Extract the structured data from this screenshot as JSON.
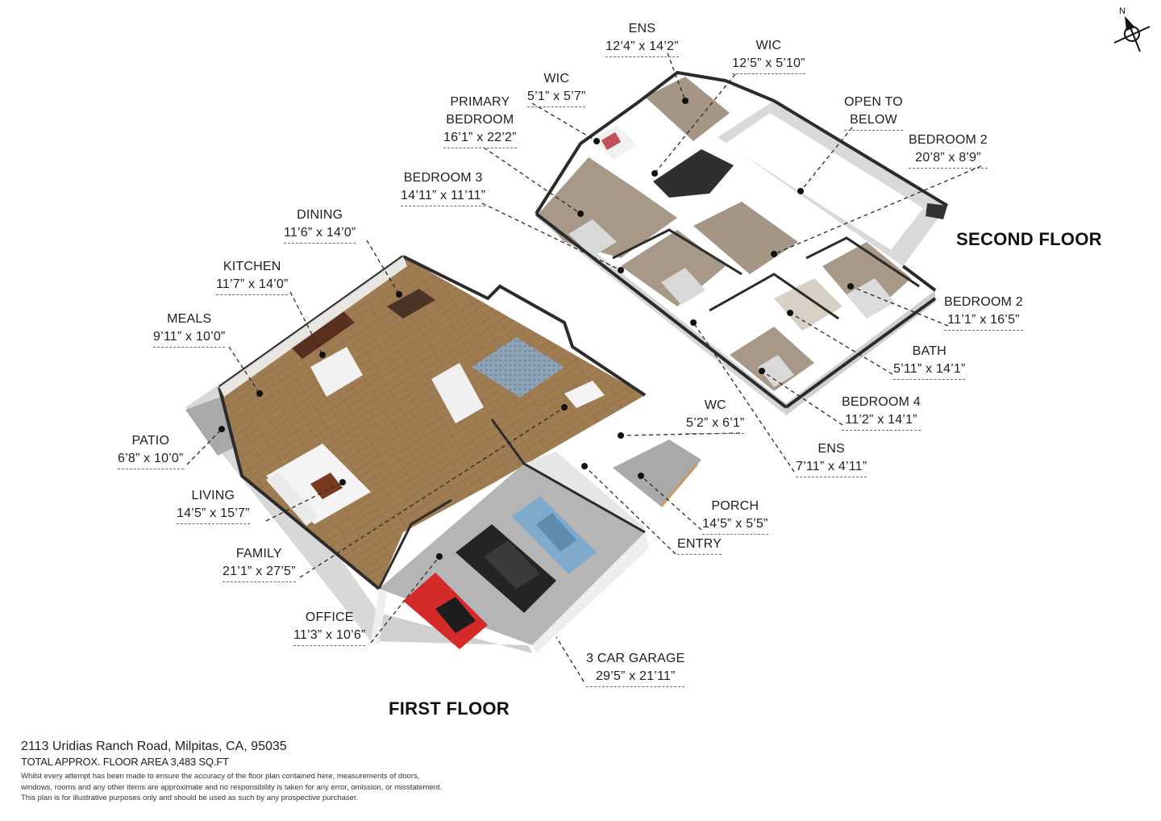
{
  "compass": {
    "label": "N",
    "icon": "north-arrow-icon"
  },
  "first_floor": {
    "title": "FIRST FLOOR",
    "rooms": [
      {
        "name": "DINING",
        "dims": "11’6” x 14’0”"
      },
      {
        "name": "KITCHEN",
        "dims": "11’7” x 14’0”"
      },
      {
        "name": "MEALS",
        "dims": "9’11” x 10’0”"
      },
      {
        "name": "PATIO",
        "dims": "6’8” x 10’0”"
      },
      {
        "name": "LIVING",
        "dims": "14’5” x 15’7”"
      },
      {
        "name": "FAMILY",
        "dims": "21’1” x 27’5”"
      },
      {
        "name": "OFFICE",
        "dims": "11’3” x 10’6”"
      },
      {
        "name": "3 CAR GARAGE",
        "dims": "29’5” x 21’11”"
      },
      {
        "name": "WC",
        "dims": "5’2” x 6’1”"
      },
      {
        "name": "PORCH",
        "dims": "14’5” x 5’5”"
      },
      {
        "name": "ENTRY",
        "dims": ""
      }
    ]
  },
  "second_floor": {
    "title": "SECOND FLOOR",
    "rooms": [
      {
        "name": "ENS",
        "dims": "12’4” x 14’2”"
      },
      {
        "name": "WIC",
        "dims": "12’5” x 5’10”"
      },
      {
        "name": "WIC",
        "dims": "5’1” x 5’7”"
      },
      {
        "name": "PRIMARY BEDROOM",
        "name_line1": "PRIMARY",
        "name_line2": "BEDROOM",
        "dims": "16’1” x 22’2”"
      },
      {
        "name": "BEDROOM 3",
        "dims": "14’11” x 11’11”"
      },
      {
        "name": "OPEN TO BELOW",
        "name_line1": "OPEN TO",
        "name_line2": "BELOW",
        "dims": ""
      },
      {
        "name": "BEDROOM 2",
        "dims": "20’8” x 8’9”"
      },
      {
        "name": "BEDROOM 2",
        "dims": "11’1” x 16’5”"
      },
      {
        "name": "BATH",
        "dims": "5’11” x 14’1”"
      },
      {
        "name": "BEDROOM 4",
        "dims": "11’2” x 14’1”"
      },
      {
        "name": "ENS",
        "dims": "7’11” x 4’11”"
      }
    ]
  },
  "footer": {
    "address": "2113 Uridias Ranch Road, Milpitas, CA, 95035",
    "total_area": "TOTAL APPROX. FLOOR AREA 3,483 SQ.FT",
    "disclaimer_lines": [
      "Whilst every attempt has been made to ensure the accuracy of the floor plan contained here, measurements of doors,",
      "windows, rooms and any other items are approximate and no responsibility is taken for any error, omission, or misstatement.",
      "This plan is for illustrative purposes only and should be used as such by any prospective purchaser."
    ]
  },
  "colors": {
    "wood_floor": "#9c7a52",
    "carpet_floor": "#a89888",
    "concrete": "#a7a7a7",
    "wall_top": "#2b2b2b",
    "wall_face": "#e9e9e9",
    "car_red": "#d42a2a",
    "car_black": "#222222",
    "car_blue": "#7fa9c9"
  }
}
